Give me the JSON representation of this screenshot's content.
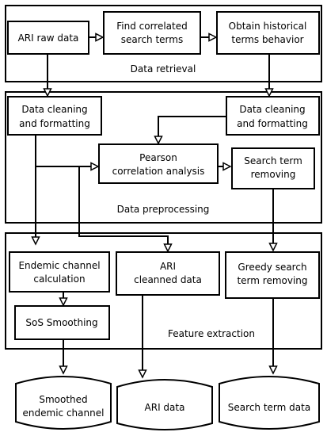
{
  "stages": {
    "retrieval": "Data retrieval",
    "preprocessing": "Data preprocessing",
    "extraction": "Feature extraction"
  },
  "nodes": {
    "ari_raw": [
      "ARI raw data"
    ],
    "find_correlated": [
      "Find correlated",
      "search terms"
    ],
    "obtain_historical": [
      "Obtain historical",
      "terms behavior"
    ],
    "cleaning_left": [
      "Data cleaning",
      "and formatting"
    ],
    "cleaning_right": [
      "Data cleaning",
      "and formatting"
    ],
    "pearson": [
      "Pearson",
      "correlation analysis"
    ],
    "search_term_removing": [
      "Search term",
      "removing"
    ],
    "endemic_calc": [
      "Endemic channel",
      "calculation"
    ],
    "ari_cleaned": [
      "ARI",
      "cleanned data"
    ],
    "greedy_removing": [
      "Greedy search",
      "term removing"
    ],
    "sos_smoothing": [
      "SoS Smoothing"
    ]
  },
  "outputs": {
    "smoothed_channel": [
      "Smoothed",
      "endemic channel"
    ],
    "ari_data": [
      "ARI data"
    ],
    "search_term_data": [
      "Search term data"
    ]
  }
}
